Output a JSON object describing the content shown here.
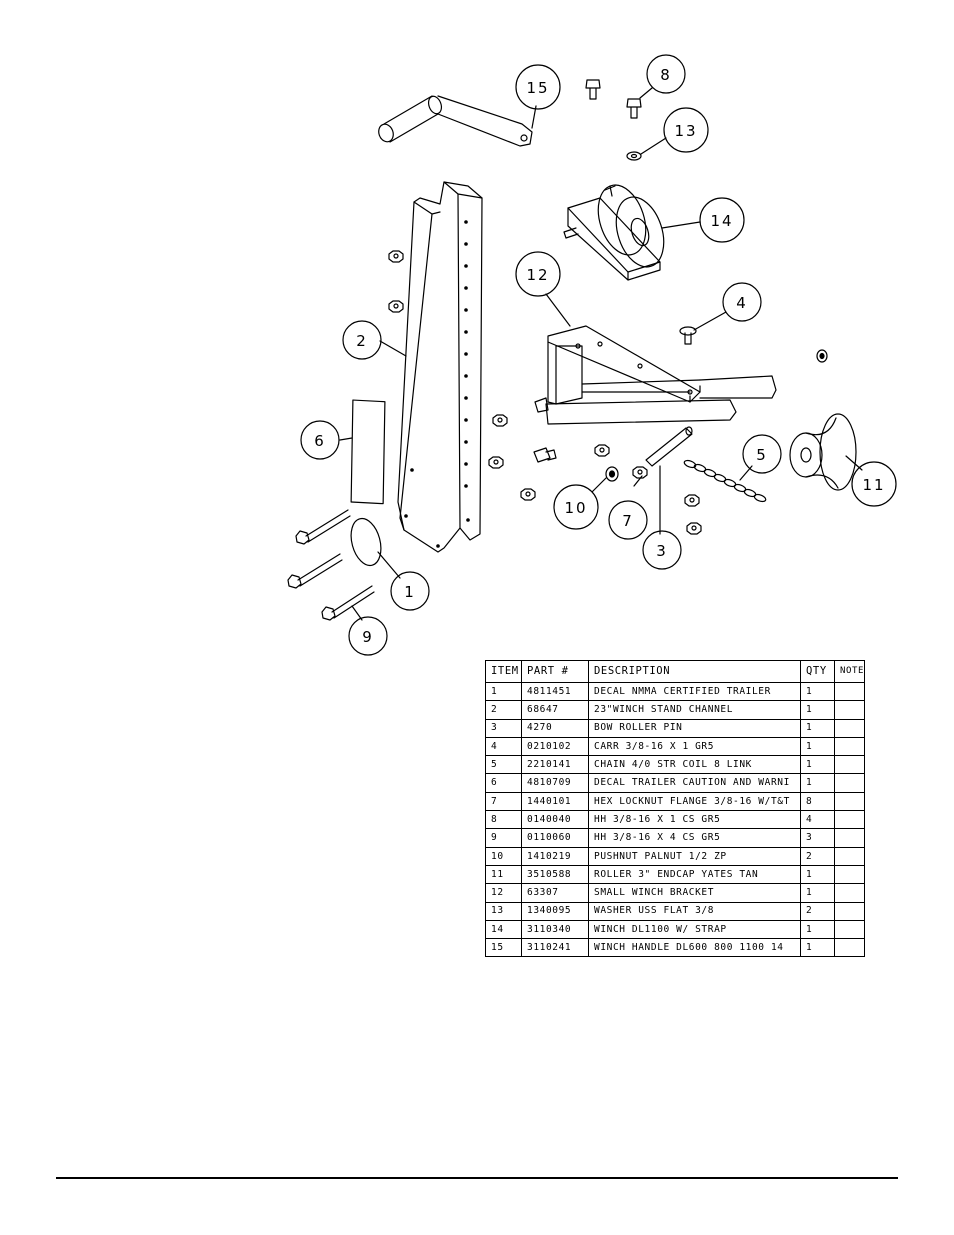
{
  "callouts": [
    "1",
    "2",
    "3",
    "4",
    "5",
    "6",
    "7",
    "8",
    "9",
    "10",
    "11",
    "12",
    "13",
    "14",
    "15"
  ],
  "table": {
    "headers": {
      "item": "ITEM",
      "part": "PART #",
      "desc": "DESCRIPTION",
      "qty": "QTY",
      "note": "NOTE"
    },
    "rows": [
      {
        "item": "1",
        "part": "4811451",
        "desc": " DECAL NMMA CERTIFIED TRAILER",
        "qty": "1",
        "note": ""
      },
      {
        "item": "2",
        "part": "68647",
        "desc": "23\"WINCH STAND CHANNEL",
        "qty": "1",
        "note": ""
      },
      {
        "item": "3",
        "part": "4270",
        "desc": "BOW ROLLER PIN",
        "qty": "1",
        "note": ""
      },
      {
        "item": "4",
        "part": "0210102",
        "desc": "CARR 3/8-16 X 1 GR5",
        "qty": "1",
        "note": ""
      },
      {
        "item": "5",
        "part": "2210141",
        "desc": "CHAIN 4/0 STR COIL 8 LINK",
        "qty": "1",
        "note": ""
      },
      {
        "item": "6",
        "part": "4810709",
        "desc": "DECAL TRAILER CAUTION AND WARNI",
        "qty": "1",
        "note": ""
      },
      {
        "item": "7",
        "part": "1440101",
        "desc": "HEX LOCKNUT FLANGE 3/8-16 W/T&T",
        "qty": "8",
        "note": ""
      },
      {
        "item": "8",
        "part": "0140040",
        "desc": "HH 3/8-16 X 1 CS GR5",
        "qty": "4",
        "note": ""
      },
      {
        "item": "9",
        "part": "0110060",
        "desc": "HH 3/8-16 X 4 CS GR5",
        "qty": "3",
        "note": ""
      },
      {
        "item": "10",
        "part": "1410219",
        "desc": "PUSHNUT PALNUT 1/2 ZP",
        "qty": "2",
        "note": ""
      },
      {
        "item": "11",
        "part": "3510588",
        "desc": "ROLLER 3\" ENDCAP YATES TAN",
        "qty": "1",
        "note": ""
      },
      {
        "item": "12",
        "part": "63307",
        "desc": "SMALL WINCH BRACKET",
        "qty": "1",
        "note": ""
      },
      {
        "item": "13",
        "part": "1340095",
        "desc": "WASHER USS FLAT 3/8",
        "qty": "2",
        "note": ""
      },
      {
        "item": "14",
        "part": "3110340",
        "desc": "WINCH DL1100 W/ STRAP",
        "qty": "1",
        "note": ""
      },
      {
        "item": "15",
        "part": "3110241",
        "desc": "WINCH HANDLE   DL600 800 1100 14",
        "qty": "1",
        "note": ""
      }
    ]
  }
}
